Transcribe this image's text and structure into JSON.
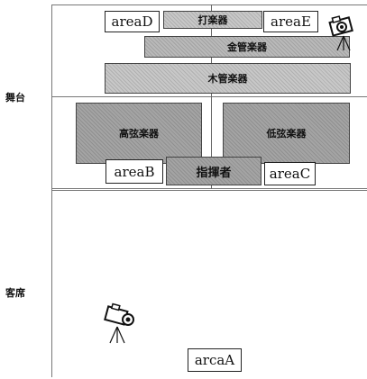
{
  "sections": {
    "stage_label": "舞台",
    "audience_label": "客席"
  },
  "instruments": {
    "percussion": "打楽器",
    "brass": "金管楽器",
    "woodwind": "木管楽器",
    "high_strings": "高弦楽器",
    "low_strings": "低弦楽器",
    "conductor": "指揮者"
  },
  "areas": {
    "area_d": "areaD",
    "area_e": "areaE",
    "area_b": "areaB",
    "area_c": "areaC",
    "area_a": "arcaA"
  },
  "icons": [
    "camera-icon-stage",
    "camera-icon-audience"
  ]
}
